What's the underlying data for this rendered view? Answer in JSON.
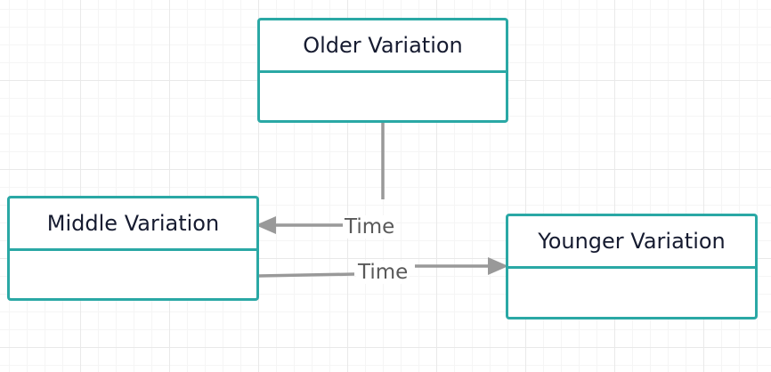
{
  "diagram": {
    "nodes": {
      "older": {
        "title": "Older Variation"
      },
      "middle": {
        "title": "Middle Variation"
      },
      "younger": {
        "title": "Younger Variation"
      }
    },
    "edges": [
      {
        "from": "Older Variation",
        "to": "Middle Variation",
        "label": "Time"
      },
      {
        "from": "Middle Variation",
        "to": "Younger Variation",
        "label": "Time"
      }
    ],
    "colors": {
      "node_border": "#2aa8a5",
      "node_text": "#161b30",
      "connector": "#999999",
      "label_text": "#595959"
    }
  }
}
